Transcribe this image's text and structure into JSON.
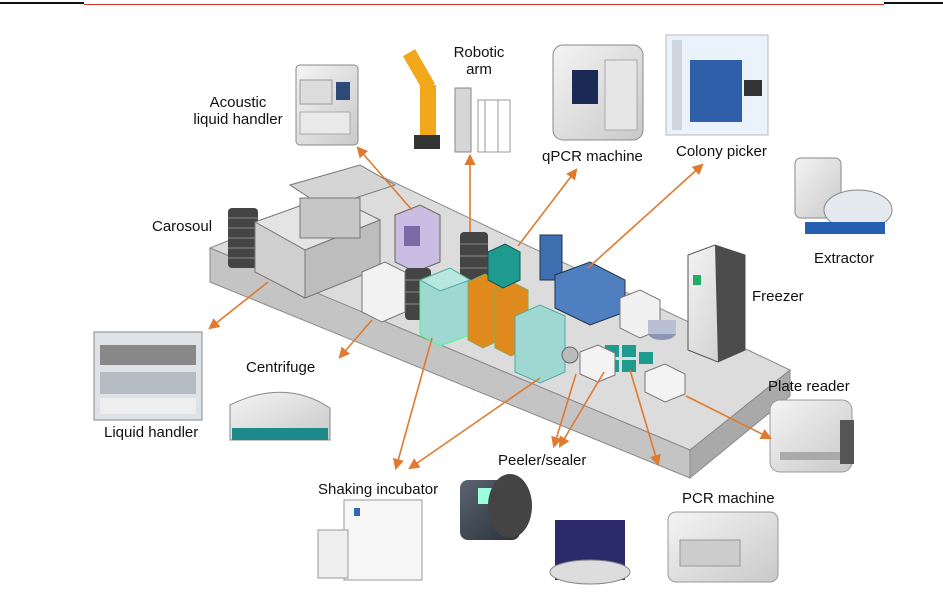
{
  "labels": {
    "robotic_arm_line1": "Robotic",
    "robotic_arm_line2": "arm",
    "acoustic_line1": "Acoustic",
    "acoustic_line2": "liquid handler",
    "qpcr": "qPCR machine",
    "colony_picker": "Colony picker",
    "carosoul": "Carosoul",
    "extractor": "Extractor",
    "freezer": "Freezer",
    "centrifuge": "Centrifuge",
    "liquid_handler": "Liquid handler",
    "plate_reader": "Plate reader",
    "peeler_sealer": "Peeler/sealer",
    "shaking_incubator": "Shaking incubator",
    "pcr_machine": "PCR machine"
  },
  "colors": {
    "arrow": "#e07a2e",
    "header_red": "#d8342c",
    "platform_top": "#dcdcdc",
    "platform_side": "#b8b8b8",
    "teal": "#9fd8d2",
    "orange_box": "#e08a1e",
    "blue_box": "#3d6fb0",
    "purple_box": "#c8b8e0"
  }
}
